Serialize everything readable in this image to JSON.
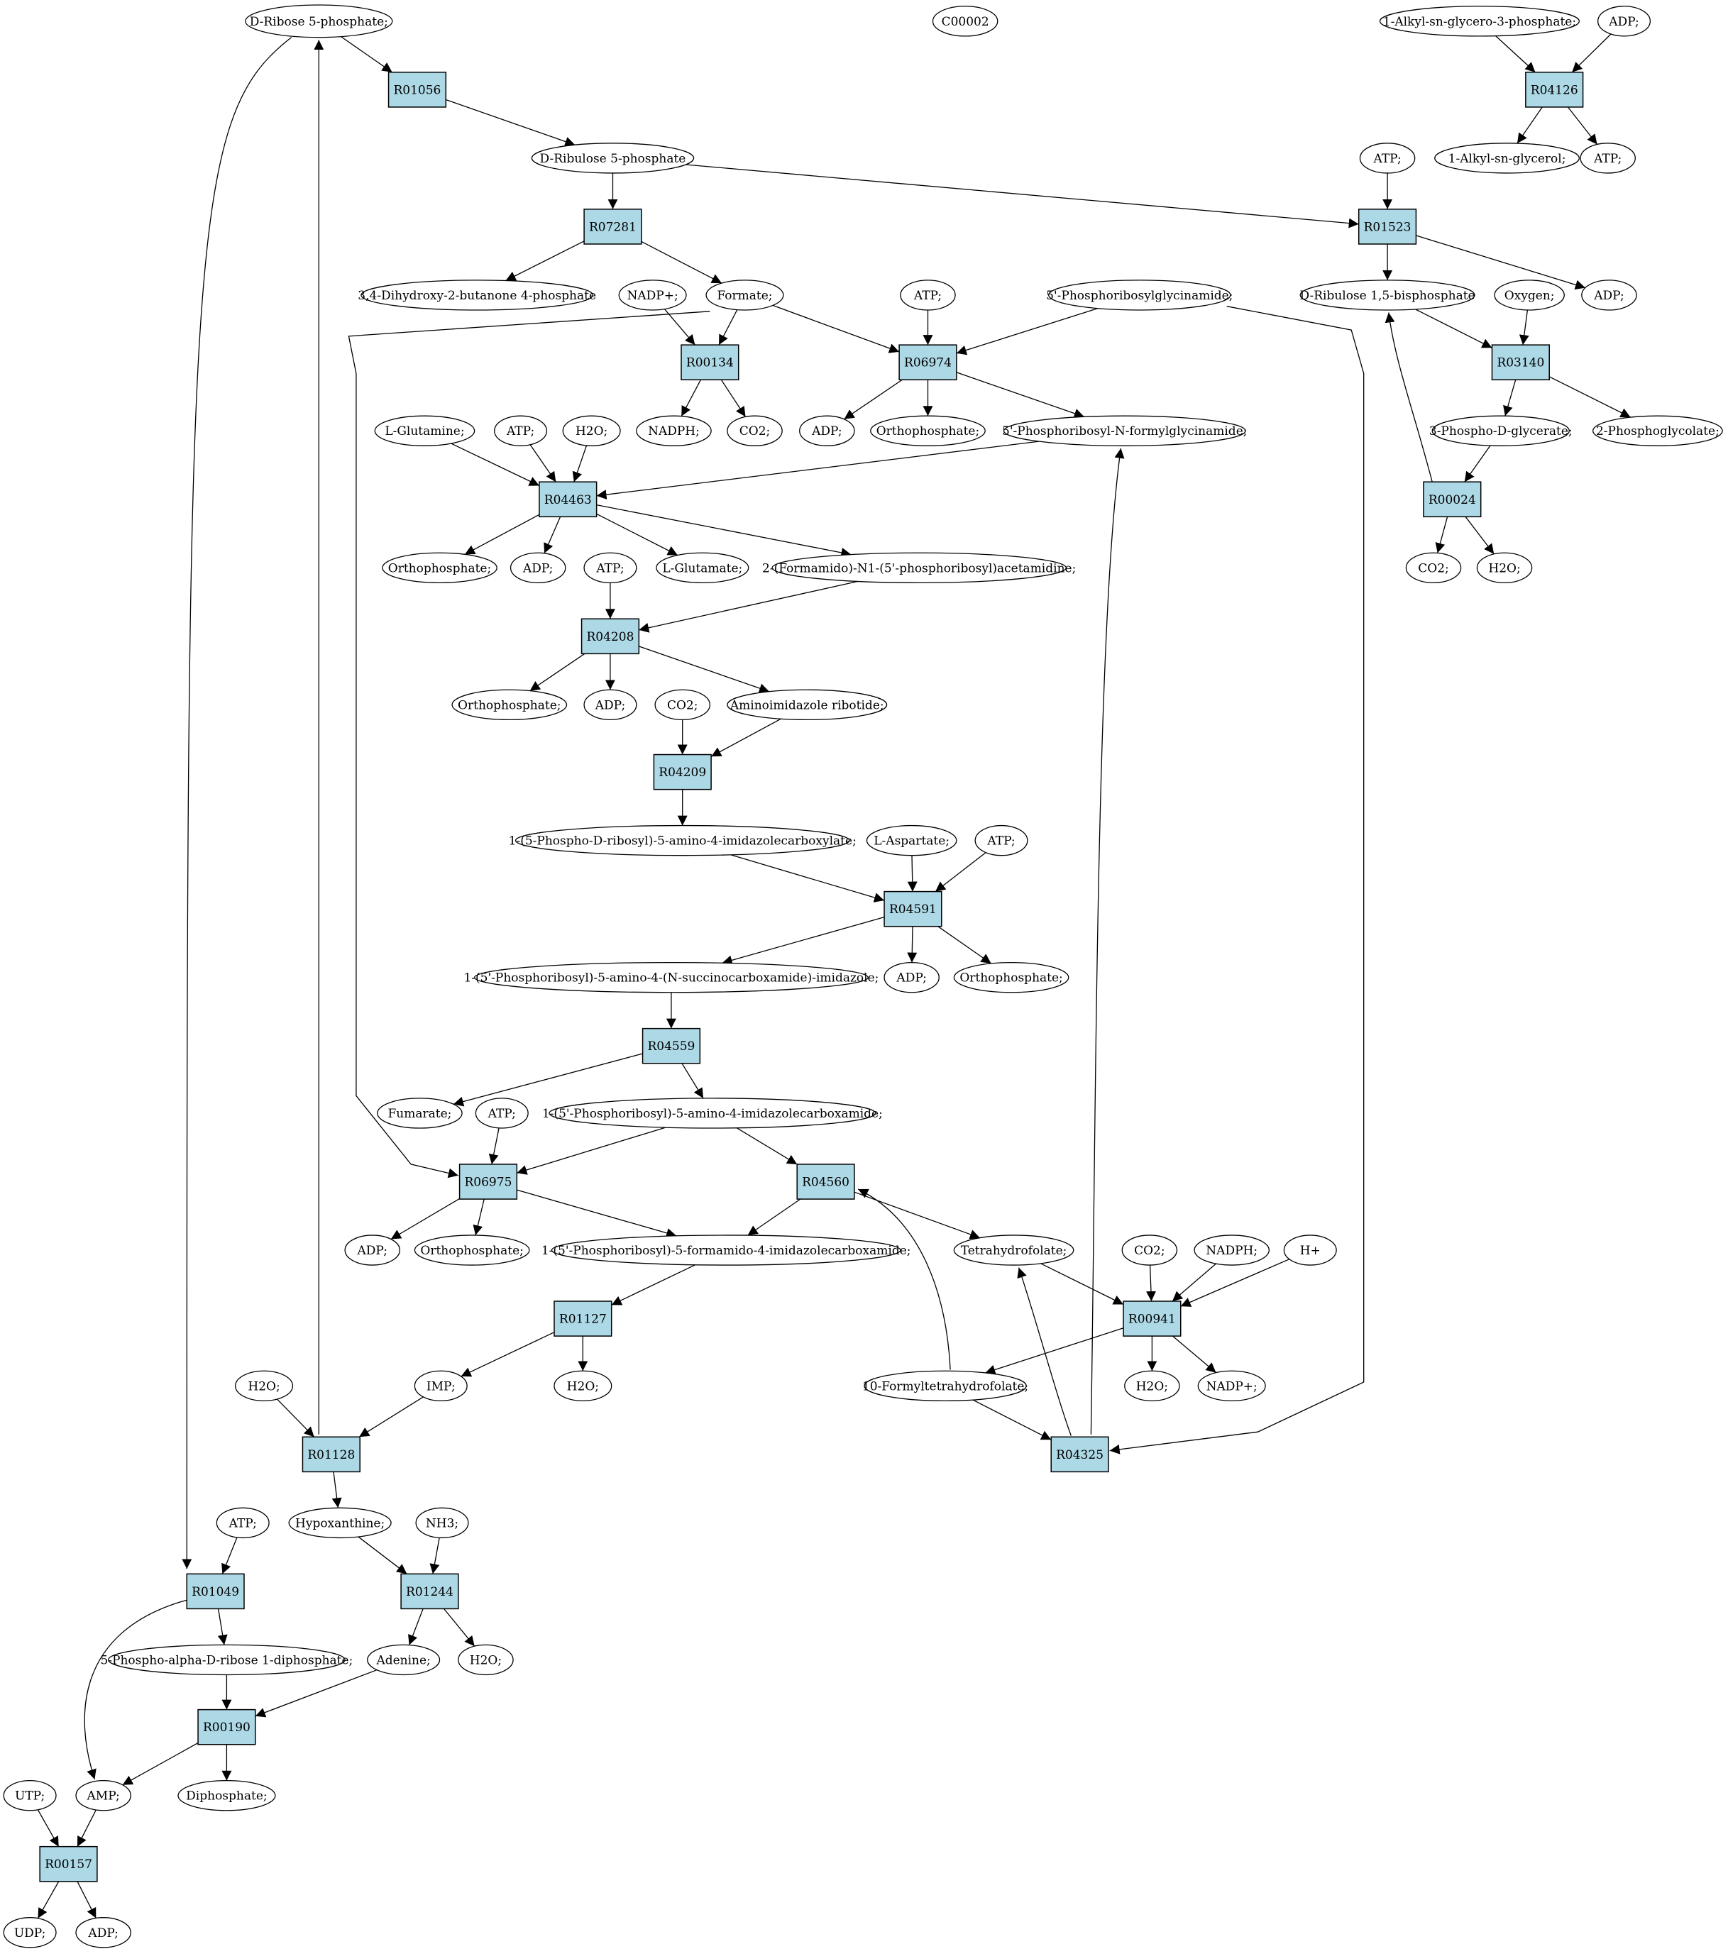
{
  "colors": {
    "background": "#ffffff",
    "reaction": "#add8e6",
    "highlight_start": "#00ff00",
    "highlight_query": "#ffff00",
    "compound": "#ffffff"
  },
  "nodes": [
    {
      "id": "ribose5p",
      "label": "D-Ribose 5-phosphate;",
      "kind": "compound",
      "fill": "#00ff00"
    },
    {
      "id": "c00002",
      "label": "C00002",
      "kind": "compound",
      "fill": "#ffff00"
    },
    {
      "id": "alkylg3p",
      "label": "1-Alkyl-sn-glycero-3-phosphate;",
      "kind": "compound"
    },
    {
      "id": "adp_r04126",
      "label": "ADP;",
      "kind": "compound"
    },
    {
      "id": "R04126",
      "label": "R04126",
      "kind": "reaction"
    },
    {
      "id": "alkylglycerol",
      "label": "1-Alkyl-sn-glycerol;",
      "kind": "compound"
    },
    {
      "id": "atp_r04126",
      "label": "ATP;",
      "kind": "compound"
    },
    {
      "id": "R01056",
      "label": "R01056",
      "kind": "reaction"
    },
    {
      "id": "ribulose5p",
      "label": "D-Ribulose 5-phosphate",
      "kind": "compound"
    },
    {
      "id": "atp_r01523",
      "label": "ATP;",
      "kind": "compound"
    },
    {
      "id": "R07281",
      "label": "R07281",
      "kind": "reaction"
    },
    {
      "id": "R01523",
      "label": "R01523",
      "kind": "reaction"
    },
    {
      "id": "dhb4p",
      "label": "3,4-Dihydroxy-2-butanone 4-phosphate",
      "kind": "compound"
    },
    {
      "id": "nadp_r00134",
      "label": "NADP+;",
      "kind": "compound"
    },
    {
      "id": "formate",
      "label": "Formate;",
      "kind": "compound"
    },
    {
      "id": "atp_r06974",
      "label": "ATP;",
      "kind": "compound"
    },
    {
      "id": "prgly",
      "label": "5'-Phosphoribosylglycinamide;",
      "kind": "compound"
    },
    {
      "id": "ribulose15bp",
      "label": "D-Ribulose 1,5-bisphosphate",
      "kind": "compound"
    },
    {
      "id": "oxygen",
      "label": "Oxygen;",
      "kind": "compound"
    },
    {
      "id": "adp_r01523",
      "label": "ADP;",
      "kind": "compound"
    },
    {
      "id": "R00134",
      "label": "R00134",
      "kind": "reaction"
    },
    {
      "id": "R06974",
      "label": "R06974",
      "kind": "reaction"
    },
    {
      "id": "R03140",
      "label": "R03140",
      "kind": "reaction"
    },
    {
      "id": "glutamine",
      "label": "L-Glutamine;",
      "kind": "compound"
    },
    {
      "id": "atp_r04463",
      "label": "ATP;",
      "kind": "compound"
    },
    {
      "id": "h2o_r04463",
      "label": "H2O;",
      "kind": "compound"
    },
    {
      "id": "nadph_r00134",
      "label": "NADPH;",
      "kind": "compound"
    },
    {
      "id": "co2_r00134",
      "label": "CO2;",
      "kind": "compound"
    },
    {
      "id": "adp_r06974",
      "label": "ADP;",
      "kind": "compound"
    },
    {
      "id": "pi_r06974",
      "label": "Orthophosphate;",
      "kind": "compound"
    },
    {
      "id": "fgar",
      "label": "5'-Phosphoribosyl-N-formylglycinamide;",
      "kind": "compound"
    },
    {
      "id": "pga3",
      "label": "3-Phospho-D-glycerate;",
      "kind": "compound"
    },
    {
      "id": "pglycolate",
      "label": "2-Phosphoglycolate;",
      "kind": "compound"
    },
    {
      "id": "R04463",
      "label": "R04463",
      "kind": "reaction"
    },
    {
      "id": "R00024",
      "label": "R00024",
      "kind": "reaction"
    },
    {
      "id": "pi_r04463",
      "label": "Orthophosphate;",
      "kind": "compound"
    },
    {
      "id": "adp_r04463",
      "label": "ADP;",
      "kind": "compound"
    },
    {
      "id": "atp_r04208",
      "label": "ATP;",
      "kind": "compound"
    },
    {
      "id": "glutamate",
      "label": "L-Glutamate;",
      "kind": "compound"
    },
    {
      "id": "fgam",
      "label": "2-(Formamido)-N1-(5'-phosphoribosyl)acetamidine;",
      "kind": "compound"
    },
    {
      "id": "co2_r00024",
      "label": "CO2;",
      "kind": "compound"
    },
    {
      "id": "h2o_r00024",
      "label": "H2O;",
      "kind": "compound"
    },
    {
      "id": "R04208",
      "label": "R04208",
      "kind": "reaction"
    },
    {
      "id": "pi_r04208",
      "label": "Orthophosphate;",
      "kind": "compound"
    },
    {
      "id": "adp_r04208",
      "label": "ADP;",
      "kind": "compound"
    },
    {
      "id": "co2_r04209",
      "label": "CO2;",
      "kind": "compound"
    },
    {
      "id": "air",
      "label": "Aminoimidazole ribotide;",
      "kind": "compound"
    },
    {
      "id": "R04209",
      "label": "R04209",
      "kind": "reaction"
    },
    {
      "id": "cair",
      "label": "1-(5-Phospho-D-ribosyl)-5-amino-4-imidazolecarboxylate;",
      "kind": "compound"
    },
    {
      "id": "aspartate",
      "label": "L-Aspartate;",
      "kind": "compound"
    },
    {
      "id": "atp_r04591",
      "label": "ATP;",
      "kind": "compound"
    },
    {
      "id": "R04591",
      "label": "R04591",
      "kind": "reaction"
    },
    {
      "id": "saicar",
      "label": "1-(5'-Phosphoribosyl)-5-amino-4-(N-succinocarboxamide)-imidazole;",
      "kind": "compound"
    },
    {
      "id": "adp_r04591",
      "label": "ADP;",
      "kind": "compound"
    },
    {
      "id": "pi_r04591",
      "label": "Orthophosphate;",
      "kind": "compound"
    },
    {
      "id": "R04559",
      "label": "R04559",
      "kind": "reaction"
    },
    {
      "id": "fumarate",
      "label": "Fumarate;",
      "kind": "compound"
    },
    {
      "id": "atp_r06975",
      "label": "ATP;",
      "kind": "compound"
    },
    {
      "id": "aicar",
      "label": "1-(5'-Phosphoribosyl)-5-amino-4-imidazolecarboxamide;",
      "kind": "compound"
    },
    {
      "id": "R06975",
      "label": "R06975",
      "kind": "reaction"
    },
    {
      "id": "R04560",
      "label": "R04560",
      "kind": "reaction"
    },
    {
      "id": "adp_r06975",
      "label": "ADP;",
      "kind": "compound"
    },
    {
      "id": "pi_r06975",
      "label": "Orthophosphate;",
      "kind": "compound"
    },
    {
      "id": "faicar",
      "label": "1-(5'-Phosphoribosyl)-5-formamido-4-imidazolecarboxamide;",
      "kind": "compound"
    },
    {
      "id": "thf",
      "label": "Tetrahydrofolate;",
      "kind": "compound"
    },
    {
      "id": "co2_r00941",
      "label": "CO2;",
      "kind": "compound"
    },
    {
      "id": "nadph_r00941",
      "label": "NADPH;",
      "kind": "compound"
    },
    {
      "id": "hplus",
      "label": "H+",
      "kind": "compound"
    },
    {
      "id": "R01127",
      "label": "R01127",
      "kind": "reaction"
    },
    {
      "id": "R00941",
      "label": "R00941",
      "kind": "reaction"
    },
    {
      "id": "h2o_r01128",
      "label": "H2O;",
      "kind": "compound"
    },
    {
      "id": "imp",
      "label": "IMP;",
      "kind": "compound"
    },
    {
      "id": "h2o_r01127",
      "label": "H2O;",
      "kind": "compound"
    },
    {
      "id": "fthf",
      "label": "10-Formyltetrahydrofolate;",
      "kind": "compound"
    },
    {
      "id": "h2o_r00941",
      "label": "H2O;",
      "kind": "compound"
    },
    {
      "id": "nadp_r00941",
      "label": "NADP+;",
      "kind": "compound"
    },
    {
      "id": "R01128",
      "label": "R01128",
      "kind": "reaction"
    },
    {
      "id": "R04325",
      "label": "R04325",
      "kind": "reaction"
    },
    {
      "id": "atp_r01049",
      "label": "ATP;",
      "kind": "compound"
    },
    {
      "id": "hypoxanthine",
      "label": "Hypoxanthine;",
      "kind": "compound"
    },
    {
      "id": "nh3",
      "label": "NH3;",
      "kind": "compound"
    },
    {
      "id": "R01049",
      "label": "R01049",
      "kind": "reaction"
    },
    {
      "id": "R01244",
      "label": "R01244",
      "kind": "reaction"
    },
    {
      "id": "prpp",
      "label": "5-Phospho-alpha-D-ribose 1-diphosphate;",
      "kind": "compound"
    },
    {
      "id": "adenine",
      "label": "Adenine;",
      "kind": "compound"
    },
    {
      "id": "h2o_r01244",
      "label": "H2O;",
      "kind": "compound"
    },
    {
      "id": "R00190",
      "label": "R00190",
      "kind": "reaction"
    },
    {
      "id": "utp",
      "label": "UTP;",
      "kind": "compound"
    },
    {
      "id": "amp",
      "label": "AMP;",
      "kind": "compound"
    },
    {
      "id": "diphosphate",
      "label": "Diphosphate;",
      "kind": "compound"
    },
    {
      "id": "R00157",
      "label": "R00157",
      "kind": "reaction"
    },
    {
      "id": "udp",
      "label": "UDP;",
      "kind": "compound"
    },
    {
      "id": "adp_r00157",
      "label": "ADP;",
      "kind": "compound"
    }
  ],
  "edges": [
    [
      "ribose5p",
      "R01056"
    ],
    [
      "R01056",
      "ribulose5p"
    ],
    [
      "ribose5p",
      "R01049"
    ],
    [
      "R01128",
      "ribose5p"
    ],
    [
      "alkylg3p",
      "R04126"
    ],
    [
      "adp_r04126",
      "R04126"
    ],
    [
      "R04126",
      "alkylglycerol"
    ],
    [
      "R04126",
      "atp_r04126"
    ],
    [
      "ribulose5p",
      "R07281"
    ],
    [
      "ribulose5p",
      "R01523"
    ],
    [
      "atp_r01523",
      "R01523"
    ],
    [
      "R07281",
      "dhb4p"
    ],
    [
      "R07281",
      "formate"
    ],
    [
      "R01523",
      "ribulose15bp"
    ],
    [
      "R01523",
      "adp_r01523"
    ],
    [
      "nadp_r00134",
      "R00134"
    ],
    [
      "formate",
      "R00134"
    ],
    [
      "formate",
      "R06974"
    ],
    [
      "formate",
      "R06975"
    ],
    [
      "atp_r06974",
      "R06974"
    ],
    [
      "prgly",
      "R06974"
    ],
    [
      "prgly",
      "R04325"
    ],
    [
      "ribulose15bp",
      "R03140"
    ],
    [
      "oxygen",
      "R03140"
    ],
    [
      "R00134",
      "nadph_r00134"
    ],
    [
      "R00134",
      "co2_r00134"
    ],
    [
      "R06974",
      "adp_r06974"
    ],
    [
      "R06974",
      "pi_r06974"
    ],
    [
      "R06974",
      "fgar"
    ],
    [
      "R04325",
      "fgar"
    ],
    [
      "R03140",
      "pga3"
    ],
    [
      "R03140",
      "pglycolate"
    ],
    [
      "glutamine",
      "R04463"
    ],
    [
      "atp_r04463",
      "R04463"
    ],
    [
      "h2o_r04463",
      "R04463"
    ],
    [
      "fgar",
      "R04463"
    ],
    [
      "pga3",
      "R00024"
    ],
    [
      "R00024",
      "ribulose15bp"
    ],
    [
      "R04463",
      "pi_r04463"
    ],
    [
      "R04463",
      "adp_r04463"
    ],
    [
      "R04463",
      "glutamate"
    ],
    [
      "R04463",
      "fgam"
    ],
    [
      "R00024",
      "co2_r00024"
    ],
    [
      "R00024",
      "h2o_r00024"
    ],
    [
      "atp_r04208",
      "R04208"
    ],
    [
      "fgam",
      "R04208"
    ],
    [
      "R04208",
      "pi_r04208"
    ],
    [
      "R04208",
      "adp_r04208"
    ],
    [
      "R04208",
      "air"
    ],
    [
      "co2_r04209",
      "R04209"
    ],
    [
      "air",
      "R04209"
    ],
    [
      "R04209",
      "cair"
    ],
    [
      "cair",
      "R04591"
    ],
    [
      "aspartate",
      "R04591"
    ],
    [
      "atp_r04591",
      "R04591"
    ],
    [
      "R04591",
      "saicar"
    ],
    [
      "R04591",
      "adp_r04591"
    ],
    [
      "R04591",
      "pi_r04591"
    ],
    [
      "saicar",
      "R04559"
    ],
    [
      "R04559",
      "fumarate"
    ],
    [
      "R04559",
      "aicar"
    ],
    [
      "atp_r06975",
      "R06975"
    ],
    [
      "aicar",
      "R06975"
    ],
    [
      "aicar",
      "R04560"
    ],
    [
      "R06975",
      "adp_r06975"
    ],
    [
      "R06975",
      "pi_r06975"
    ],
    [
      "R06975",
      "faicar"
    ],
    [
      "R04560",
      "faicar"
    ],
    [
      "R04560",
      "thf"
    ],
    [
      "fthf",
      "R04560"
    ],
    [
      "thf",
      "R00941"
    ],
    [
      "co2_r00941",
      "R00941"
    ],
    [
      "nadph_r00941",
      "R00941"
    ],
    [
      "hplus",
      "R00941"
    ],
    [
      "faicar",
      "R01127"
    ],
    [
      "R01127",
      "imp"
    ],
    [
      "R01127",
      "h2o_r01127"
    ],
    [
      "R00941",
      "fthf"
    ],
    [
      "R00941",
      "h2o_r00941"
    ],
    [
      "R00941",
      "nadp_r00941"
    ],
    [
      "h2o_r01128",
      "R01128"
    ],
    [
      "imp",
      "R01128"
    ],
    [
      "fthf",
      "R04325"
    ],
    [
      "R04325",
      "thf"
    ],
    [
      "R01128",
      "hypoxanthine"
    ],
    [
      "atp_r01049",
      "R01049"
    ],
    [
      "hypoxanthine",
      "R01244"
    ],
    [
      "nh3",
      "R01244"
    ],
    [
      "R01049",
      "prpp"
    ],
    [
      "R01049",
      "amp"
    ],
    [
      "R01244",
      "adenine"
    ],
    [
      "R01244",
      "h2o_r01244"
    ],
    [
      "prpp",
      "R00190"
    ],
    [
      "adenine",
      "R00190"
    ],
    [
      "R00190",
      "amp"
    ],
    [
      "R00190",
      "diphosphate"
    ],
    [
      "utp",
      "R00157"
    ],
    [
      "amp",
      "R00157"
    ],
    [
      "R00157",
      "udp"
    ],
    [
      "R00157",
      "adp_r00157"
    ]
  ]
}
